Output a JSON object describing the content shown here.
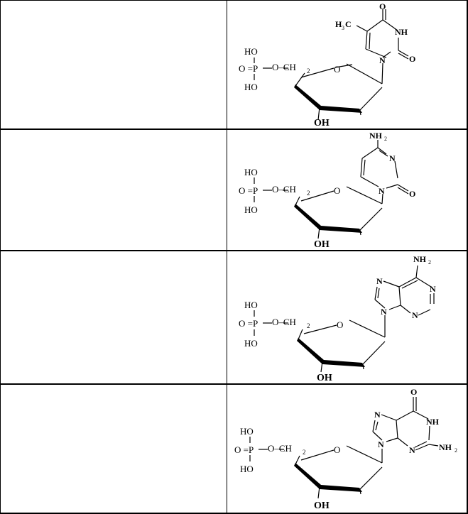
{
  "rows": [
    {
      "label": "",
      "structure": "thymidine-monophosphate",
      "texts": {
        "phos_top": "HO",
        "phos_mid": "O =P",
        "phos_bot": "HO",
        "ester": "O–CH",
        "sub2": "2",
        "ring_o": "O",
        "oh": "OH",
        "base_o1": "O",
        "base_nh": "NH",
        "base_o2": "O",
        "base_n": "N",
        "methyl": "H",
        "methyl_sub": "3",
        "methyl_c": "C"
      }
    },
    {
      "label": "",
      "structure": "cytidine-monophosphate",
      "texts": {
        "phos_top": "HO",
        "phos_mid": "O =P",
        "phos_bot": "HO",
        "ester": "O–CH",
        "sub2": "2",
        "ring_o": "O",
        "oh": "OH",
        "amine": "NH",
        "amine_sub": "2",
        "base_n3": "N",
        "base_n1": "N",
        "base_o": "O"
      }
    },
    {
      "label": "",
      "structure": "adenosine-monophosphate",
      "texts": {
        "phos_top": "HO",
        "phos_mid": "O =P",
        "phos_bot": "HO",
        "ester": "O–CH",
        "sub2": "2",
        "ring_o": "O",
        "oh": "OH",
        "amine": "NH",
        "amine_sub": "2",
        "n7": "N",
        "n1": "N",
        "n3": "N",
        "n9": "N"
      }
    },
    {
      "label": "",
      "structure": "guanosine-monophosphate",
      "texts": {
        "phos_top": "HO",
        "phos_mid": "O =P",
        "phos_bot": "HO",
        "ester": "O–CH",
        "sub2": "2",
        "ring_o": "O",
        "oh": "OH",
        "base_o": "O",
        "n7": "N",
        "nh": "NH",
        "n3": "N",
        "n9": "N",
        "amine": "NH",
        "amine_sub": "2"
      }
    }
  ]
}
